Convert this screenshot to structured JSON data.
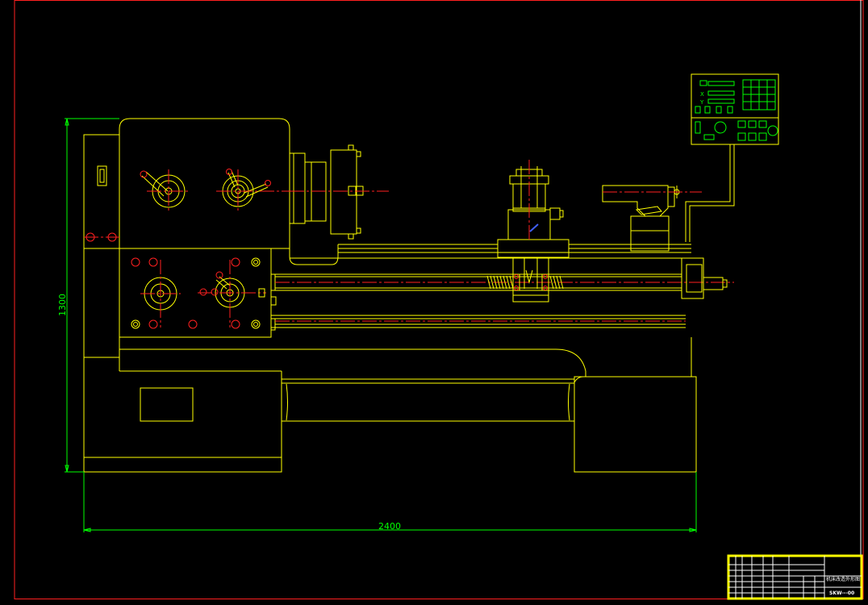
{
  "dimensions": {
    "height_label": "1300",
    "width_label": "2400"
  },
  "control_panel": {
    "axis_x_label": "X",
    "axis_y_label": "Y"
  },
  "title_block": {
    "title": "机床改造外形图",
    "drawing_number": "SKW---00"
  },
  "colors": {
    "background": "#000000",
    "outline": "#ffff00",
    "dimension": "#00ff00",
    "center_line": "#ff2020",
    "border": "#ff2020",
    "title_block_text": "#ffffff"
  }
}
